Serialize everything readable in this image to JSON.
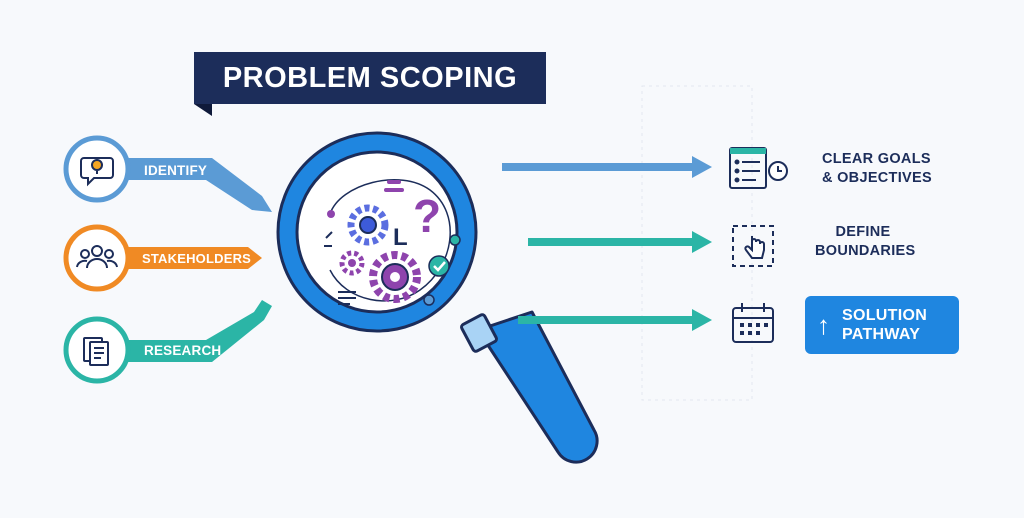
{
  "title": "PROBLEM SCOPING",
  "inputs": [
    {
      "label": "IDENTIFY",
      "icon": "lightbulb-speech-icon",
      "color": "#5b9bd5"
    },
    {
      "label": "STAKEHOLDERS",
      "icon": "people-group-icon",
      "color": "#f08a24"
    },
    {
      "label": "RESEARCH",
      "icon": "documents-icon",
      "color": "#2bb5a6"
    }
  ],
  "center": {
    "icon": "magnifying-glass-icon",
    "contents": [
      "gears-icon",
      "question-mark-icon",
      "check-icon"
    ]
  },
  "outputs": [
    {
      "line1": "CLEAR GOALS",
      "line2": "& OBJECTIVES",
      "icon": "checklist-clock-icon",
      "color": "#5b9bd5"
    },
    {
      "line1": "DEFINE",
      "line2": "BOUNDARIES",
      "icon": "dashed-box-pointer-icon",
      "color": "#2bb5a6"
    },
    {
      "line1": "SOLUTION",
      "line2": "PATHWAY",
      "icon": "calendar-icon",
      "color": "#2bb5a6"
    }
  ],
  "colors": {
    "navy": "#1c2d5a",
    "blue": "#1f86e0",
    "orange": "#f08a24",
    "teal": "#2bb5a6",
    "light_blue": "#5b9bd5",
    "purple": "#8e44ad"
  }
}
